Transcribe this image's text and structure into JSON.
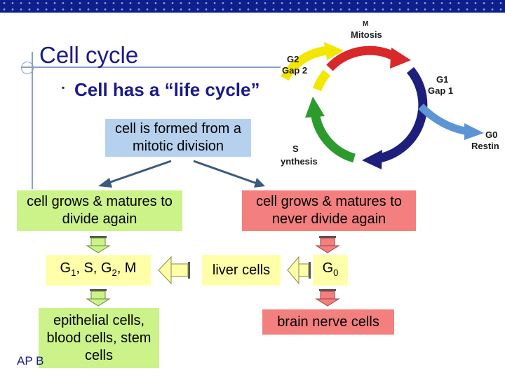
{
  "slide": {
    "title": "Cell cycle",
    "bullet": "▪",
    "subtitle": "Cell has a “life cycle”",
    "footer": "AP B"
  },
  "cycle": {
    "mitosis_letter": "M",
    "mitosis": "Mitosis",
    "g2": "G2",
    "gap2": "Gap 2",
    "g1": "G1",
    "gap1": "Gap 1",
    "g0": "G0",
    "resting": "Restin",
    "s": "S",
    "synthesis": "ynthesis",
    "colors": {
      "mitosis": "#d8282a",
      "g1": "#1e1e7c",
      "synthesis": "#2d9a2d",
      "g2": "#f3e600",
      "g0": "#5b95d5"
    }
  },
  "flow": {
    "formed": "cell is formed from a mitotic division",
    "divide_again": "cell grows & matures to divide again",
    "never_divide": "cell grows & matures to never divide again",
    "g1_s_g2_m": {
      "g": "G",
      "sub1": "1",
      "mid": ", S, G",
      "sub2": "2",
      "end": ", M"
    },
    "liver": "liver cells",
    "g0": {
      "g": "G",
      "sub": "0"
    },
    "epithelial": "epithelial cells, blood cells, stem cells",
    "brain": "brain nerve cells",
    "colors": {
      "blue_box": "#b5d1ee",
      "green_box": "#ccf28a",
      "red_box": "#f47f7f",
      "yellow_box": "#ffffaa"
    }
  }
}
